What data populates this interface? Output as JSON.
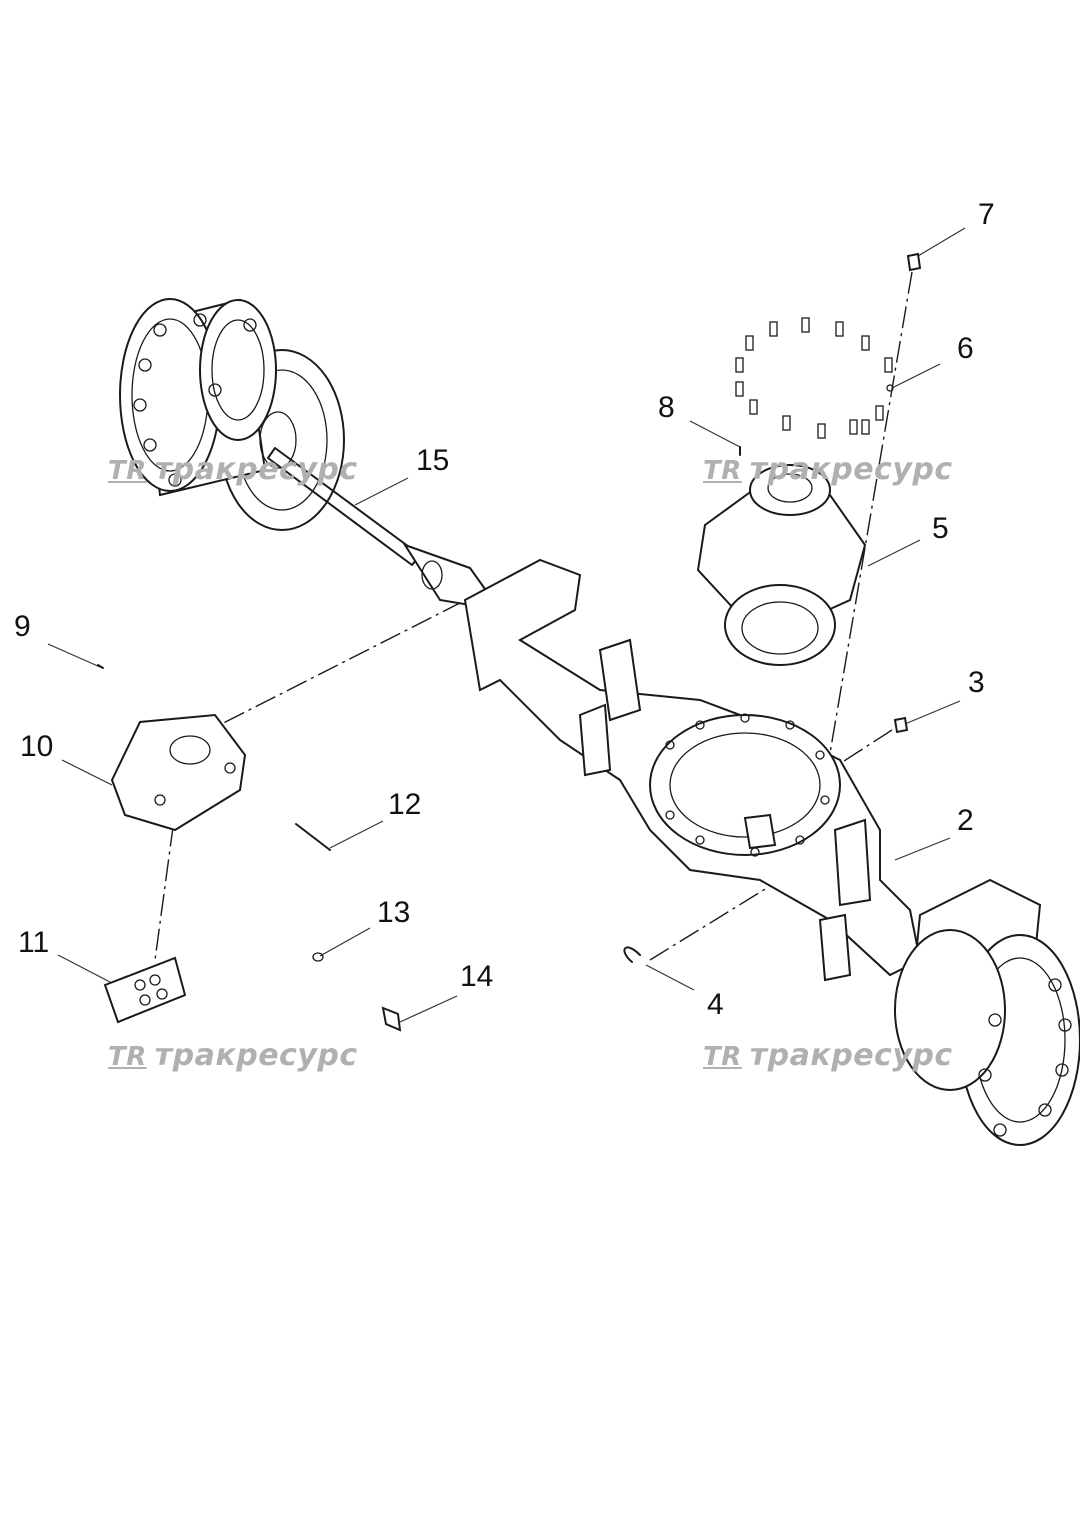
{
  "callouts": [
    {
      "id": "7",
      "text": "7"
    },
    {
      "id": "6",
      "text": "6"
    },
    {
      "id": "8",
      "text": "8"
    },
    {
      "id": "15",
      "text": "15"
    },
    {
      "id": "5",
      "text": "5"
    },
    {
      "id": "9",
      "text": "9"
    },
    {
      "id": "3",
      "text": "3"
    },
    {
      "id": "10",
      "text": "10"
    },
    {
      "id": "12",
      "text": "12"
    },
    {
      "id": "2",
      "text": "2"
    },
    {
      "id": "13",
      "text": "13"
    },
    {
      "id": "11",
      "text": "11"
    },
    {
      "id": "14",
      "text": "14"
    },
    {
      "id": "4",
      "text": "4"
    }
  ],
  "watermark": {
    "logo": "TR",
    "text": "тракресурс"
  },
  "colors": {
    "line": "#1a1a1a",
    "watermark": "#b0b0b0",
    "background": "#ffffff"
  }
}
